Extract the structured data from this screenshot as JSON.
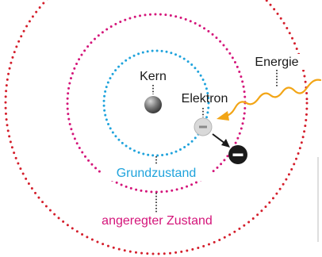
{
  "labels": {
    "nucleus": "Kern",
    "electron": "Elektron",
    "energy": "Energie",
    "ground_state": "Grundzustand",
    "excited_state": "angeregter Zustand"
  },
  "colors": {
    "ground_orbit": "#1fa3dc",
    "excited_orbit": "#d4157a",
    "outer_orbit": "#d41e2b",
    "energy_wave": "#f2a516",
    "nucleus": "#6b6b6b",
    "electron_old": "#d9d9d9",
    "electron_new": "#1a1a1a",
    "text": "#1a1a1a"
  },
  "icons": {
    "electron_charge": "minus-sign"
  }
}
